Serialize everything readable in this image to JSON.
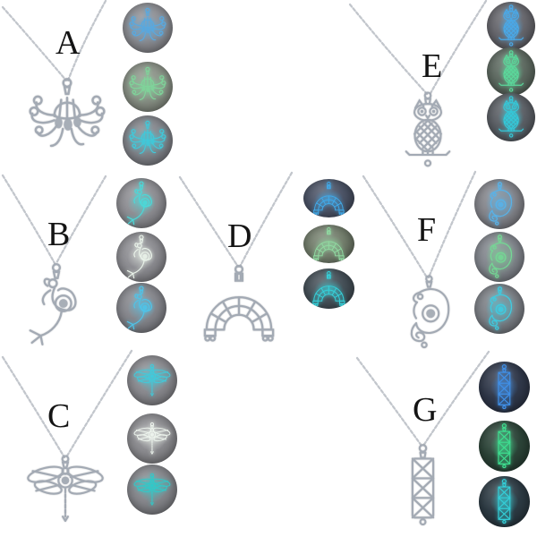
{
  "page": {
    "type": "glow-in-the-dark cage pendant necklace product collage",
    "background": "#ffffff",
    "metal_color": "#a3aab4",
    "chain_color": "#c2c6cc"
  },
  "sections": [
    {
      "label": "A",
      "pendant": "octopus",
      "thumbs": [
        {
          "glow": "#58a9e0",
          "bg": "#8d8e93"
        },
        {
          "glow": "#7fd49a",
          "bg": "#8b9287"
        },
        {
          "glow": "#40c9da",
          "bg": "#83858b"
        }
      ]
    },
    {
      "label": "E",
      "pendant": "owl",
      "thumbs": [
        {
          "glow": "#4aa9e8",
          "bg": "#67676d"
        },
        {
          "glow": "#5bd89b",
          "bg": "#5e6a61"
        },
        {
          "glow": "#35c8d8",
          "bg": "#5c6066"
        }
      ]
    },
    {
      "label": "B",
      "pendant": "mermaid",
      "thumbs": [
        {
          "glow": "#4bd8d8",
          "bg": "#8e8e93"
        },
        {
          "glow": "#e9f2e9",
          "bg": "#8d8d92"
        },
        {
          "glow": "#4fc3e8",
          "bg": "#85868c"
        }
      ]
    },
    {
      "label": "D",
      "pendant": "rainbow",
      "thumbs": [
        {
          "glow": "#41a9e8",
          "bg": "#4d5568"
        },
        {
          "glow": "#90d9a1",
          "bg": "#76816f"
        },
        {
          "glow": "#36cfd8",
          "bg": "#47525a"
        }
      ]
    },
    {
      "label": "F",
      "pendant": "chameleon",
      "thumbs": [
        {
          "glow": "#58b2e8",
          "bg": "#85868c"
        },
        {
          "glow": "#74d794",
          "bg": "#83878e"
        },
        {
          "glow": "#3fcbe0",
          "bg": "#7d8187"
        }
      ]
    },
    {
      "label": "C",
      "pendant": "dragonfly",
      "thumbs": [
        {
          "glow": "#40cadb",
          "bg": "#8a8a8f"
        },
        {
          "glow": "#eef5ee",
          "bg": "#8c8c90"
        },
        {
          "glow": "#30c9c9",
          "bg": "#86878c"
        }
      ]
    },
    {
      "label": "G",
      "pendant": "bar-cage",
      "thumbs": [
        {
          "glow": "#4090e8",
          "bg": "#30384a"
        },
        {
          "glow": "#3ede90",
          "bg": "#2c4438"
        },
        {
          "glow": "#33cfd8",
          "bg": "#2d3b44"
        }
      ]
    }
  ]
}
